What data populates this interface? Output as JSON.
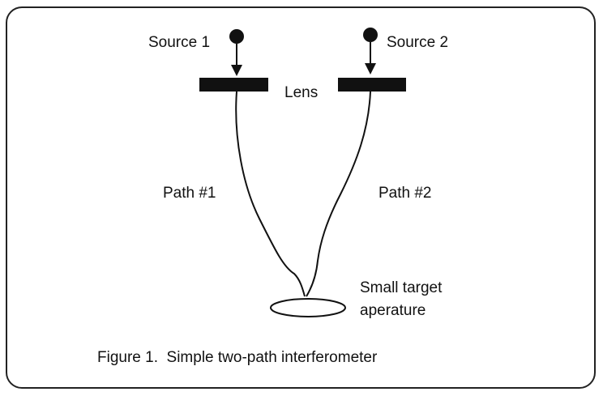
{
  "diagram": {
    "source1_label": "Source 1",
    "source2_label": "Source 2",
    "lens_label": "Lens",
    "path1_label": "Path #1",
    "path2_label": "Path #2",
    "target_label_line1": "Small target",
    "target_label_line2": "aperature",
    "caption": "Figure 1.  Simple two-path interferometer"
  },
  "colors": {
    "ink": "#111111",
    "background": "#ffffff"
  }
}
